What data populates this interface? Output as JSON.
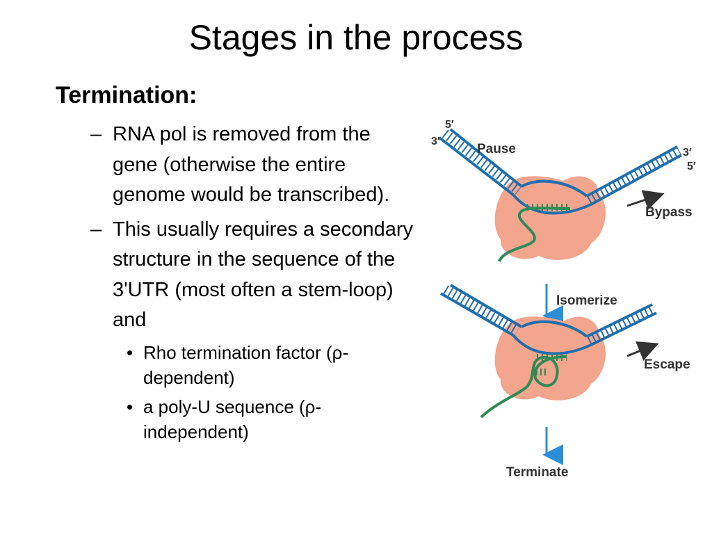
{
  "slide": {
    "title": "Stages in the process",
    "heading": "Termination:",
    "bullets": [
      {
        "marker": "–",
        "text": "RNA pol is removed from the gene (otherwise the entire genome would be transcribed)."
      },
      {
        "marker": "–",
        "text": "This usually requires a secondary structure in the sequence of the 3'UTR (most often a stem-loop) and"
      }
    ],
    "subbullets": [
      {
        "marker": "•",
        "text": "Rho termination factor (ρ-dependent)"
      },
      {
        "marker": "•",
        "text": "a poly-U sequence (ρ-independent)"
      }
    ]
  },
  "diagram": {
    "labels": {
      "five_prime": "5′",
      "three_prime": "3′",
      "pause": "Pause",
      "bypass": "Bypass",
      "isomerize": "Isomerize",
      "escape": "Escape",
      "terminate": "Terminate"
    },
    "colors": {
      "dna": "#1f6fae",
      "rna": "#2e8b57",
      "polymerase": "#f4a58e",
      "arrow_blue": "#2a8fd6",
      "arrow_black": "#333333",
      "label": "#333333"
    }
  }
}
